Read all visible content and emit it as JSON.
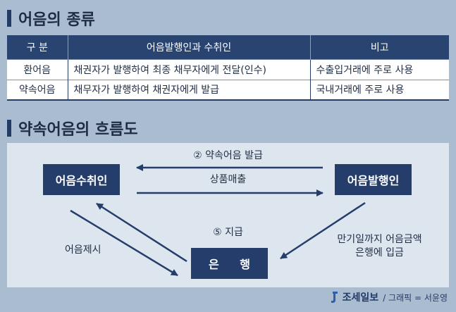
{
  "section1": {
    "title": "어음의 종류"
  },
  "table": {
    "headers": [
      "구 분",
      "어음발행인과 수취인",
      "비고"
    ],
    "rows": [
      [
        "환어음",
        "채권자가 발행하여 최종 채무자에게 전달(인수)",
        "수출입거래에 주로 사용"
      ],
      [
        "약속어음",
        "채무자가 발행하여 채권자에게 발급",
        "국내거래에 주로 사용"
      ]
    ]
  },
  "section2": {
    "title": "약속어음의 흐름도"
  },
  "flow": {
    "nodes": {
      "receiver": "어음수취인",
      "issuer": "어음발행인",
      "bank": "은 행"
    },
    "labels": {
      "issue": "② 약속어음 발급",
      "sale": "상품매출",
      "present": "어음제시",
      "pay": "⑤ 지급",
      "deposit_line1": "만기일까지 어음금액",
      "deposit_line2": "은행에 입금"
    }
  },
  "footer": {
    "logo": "조세일보",
    "credit": "/ 그래픽 = 서윤영"
  },
  "colors": {
    "navy": "#243d6b",
    "background": "#a9bcd0",
    "panel": "#dde5ef"
  }
}
